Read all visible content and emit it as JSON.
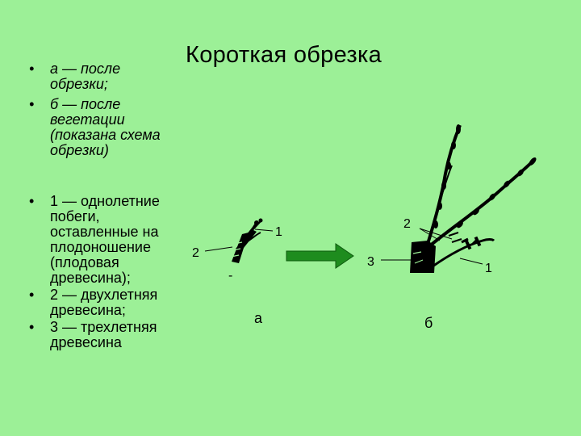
{
  "title": "Короткая обрезка",
  "legend_italic": [
    "а — после обрезки;",
    "б — после вегетации (показана схема обрезки)"
  ],
  "legend_plain": [
    "1 — однолетние побеги, оставленные на плодоношение (плодовая древесина);",
    "2 — двухлетняя древесина;",
    "3 — трехлетняя древесина"
  ],
  "figure_a": {
    "caption": "а",
    "label_1": "1",
    "label_2": "2",
    "label_3": "-"
  },
  "figure_b": {
    "caption": "б",
    "label_1": "1",
    "label_2": "2",
    "label_3": "3"
  },
  "colors": {
    "background": "#9cf097",
    "arrow": "#1e8c1e",
    "ink": "#000000"
  }
}
